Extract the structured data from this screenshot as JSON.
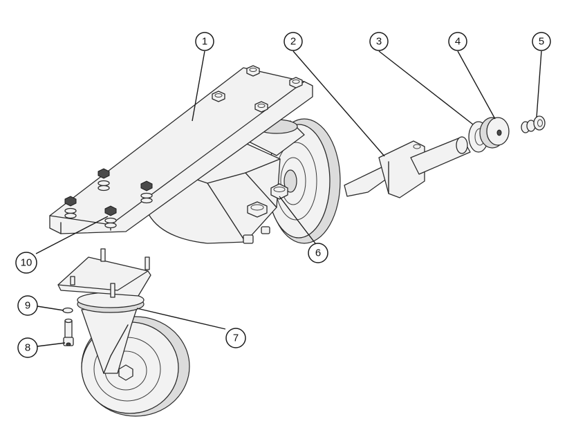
{
  "callouts": [
    {
      "label": "1"
    },
    {
      "label": "2"
    },
    {
      "label": "3"
    },
    {
      "label": "4"
    },
    {
      "label": "5"
    },
    {
      "label": "6"
    },
    {
      "label": "7"
    },
    {
      "label": "8"
    },
    {
      "label": "9"
    },
    {
      "label": "10"
    }
  ],
  "colors": {
    "line": "#2a2a2a",
    "fill_light": "#f2f2f2",
    "fill_mid": "#dcdcdc",
    "background": "#ffffff"
  }
}
